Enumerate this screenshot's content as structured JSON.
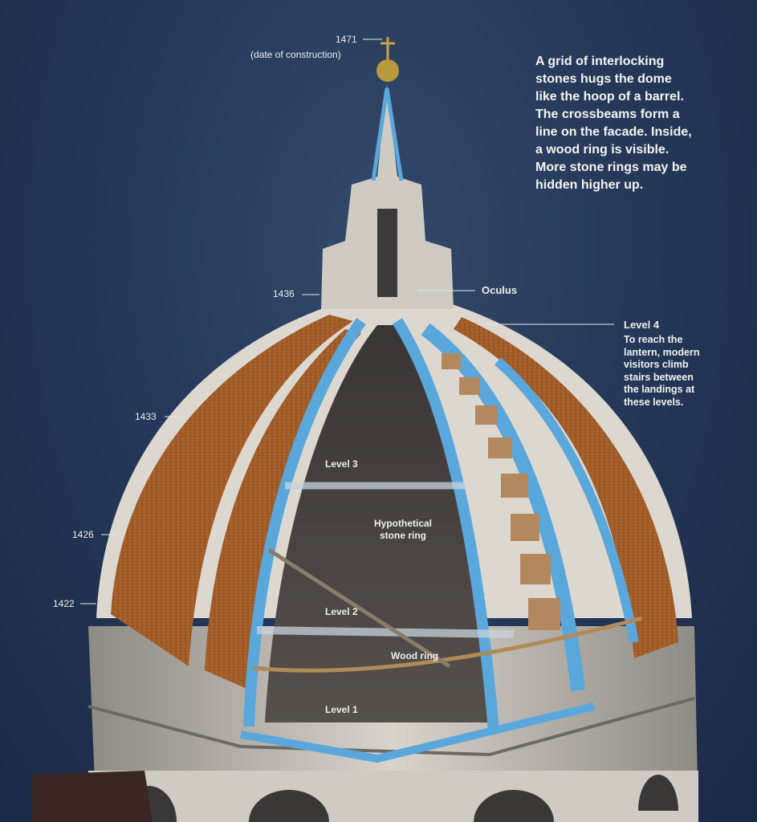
{
  "annotations": {
    "top_date": "1471",
    "top_date_note": "(date of construction)",
    "date_1436": "1436",
    "date_1433": "1433",
    "date_1426": "1426",
    "date_1422": "1422",
    "oculus": "Oculus",
    "level4": "Level 4",
    "level3": "Level 3",
    "level2": "Level 2",
    "level1": "Level 1",
    "stone_ring": [
      "Hypothetical",
      "stone ring"
    ],
    "wood_ring": "Wood ring"
  },
  "intro_paragraph": [
    "A grid of interlocking",
    "stones hugs the dome",
    "like the hoop of a barrel.",
    "The crossbeams form a",
    "line on the facade. Inside,",
    "a wood ring is visible.",
    "More stone rings may be",
    "hidden higher up."
  ],
  "level4_description": [
    "To reach the",
    "lantern, modern",
    "visitors climb",
    "stairs between",
    "the landings at",
    "these levels."
  ],
  "colors": {
    "background": "#26395a",
    "tile": "#a8622c",
    "structure_blue": "#5aa7dc",
    "marble": "#d9d6cf"
  }
}
